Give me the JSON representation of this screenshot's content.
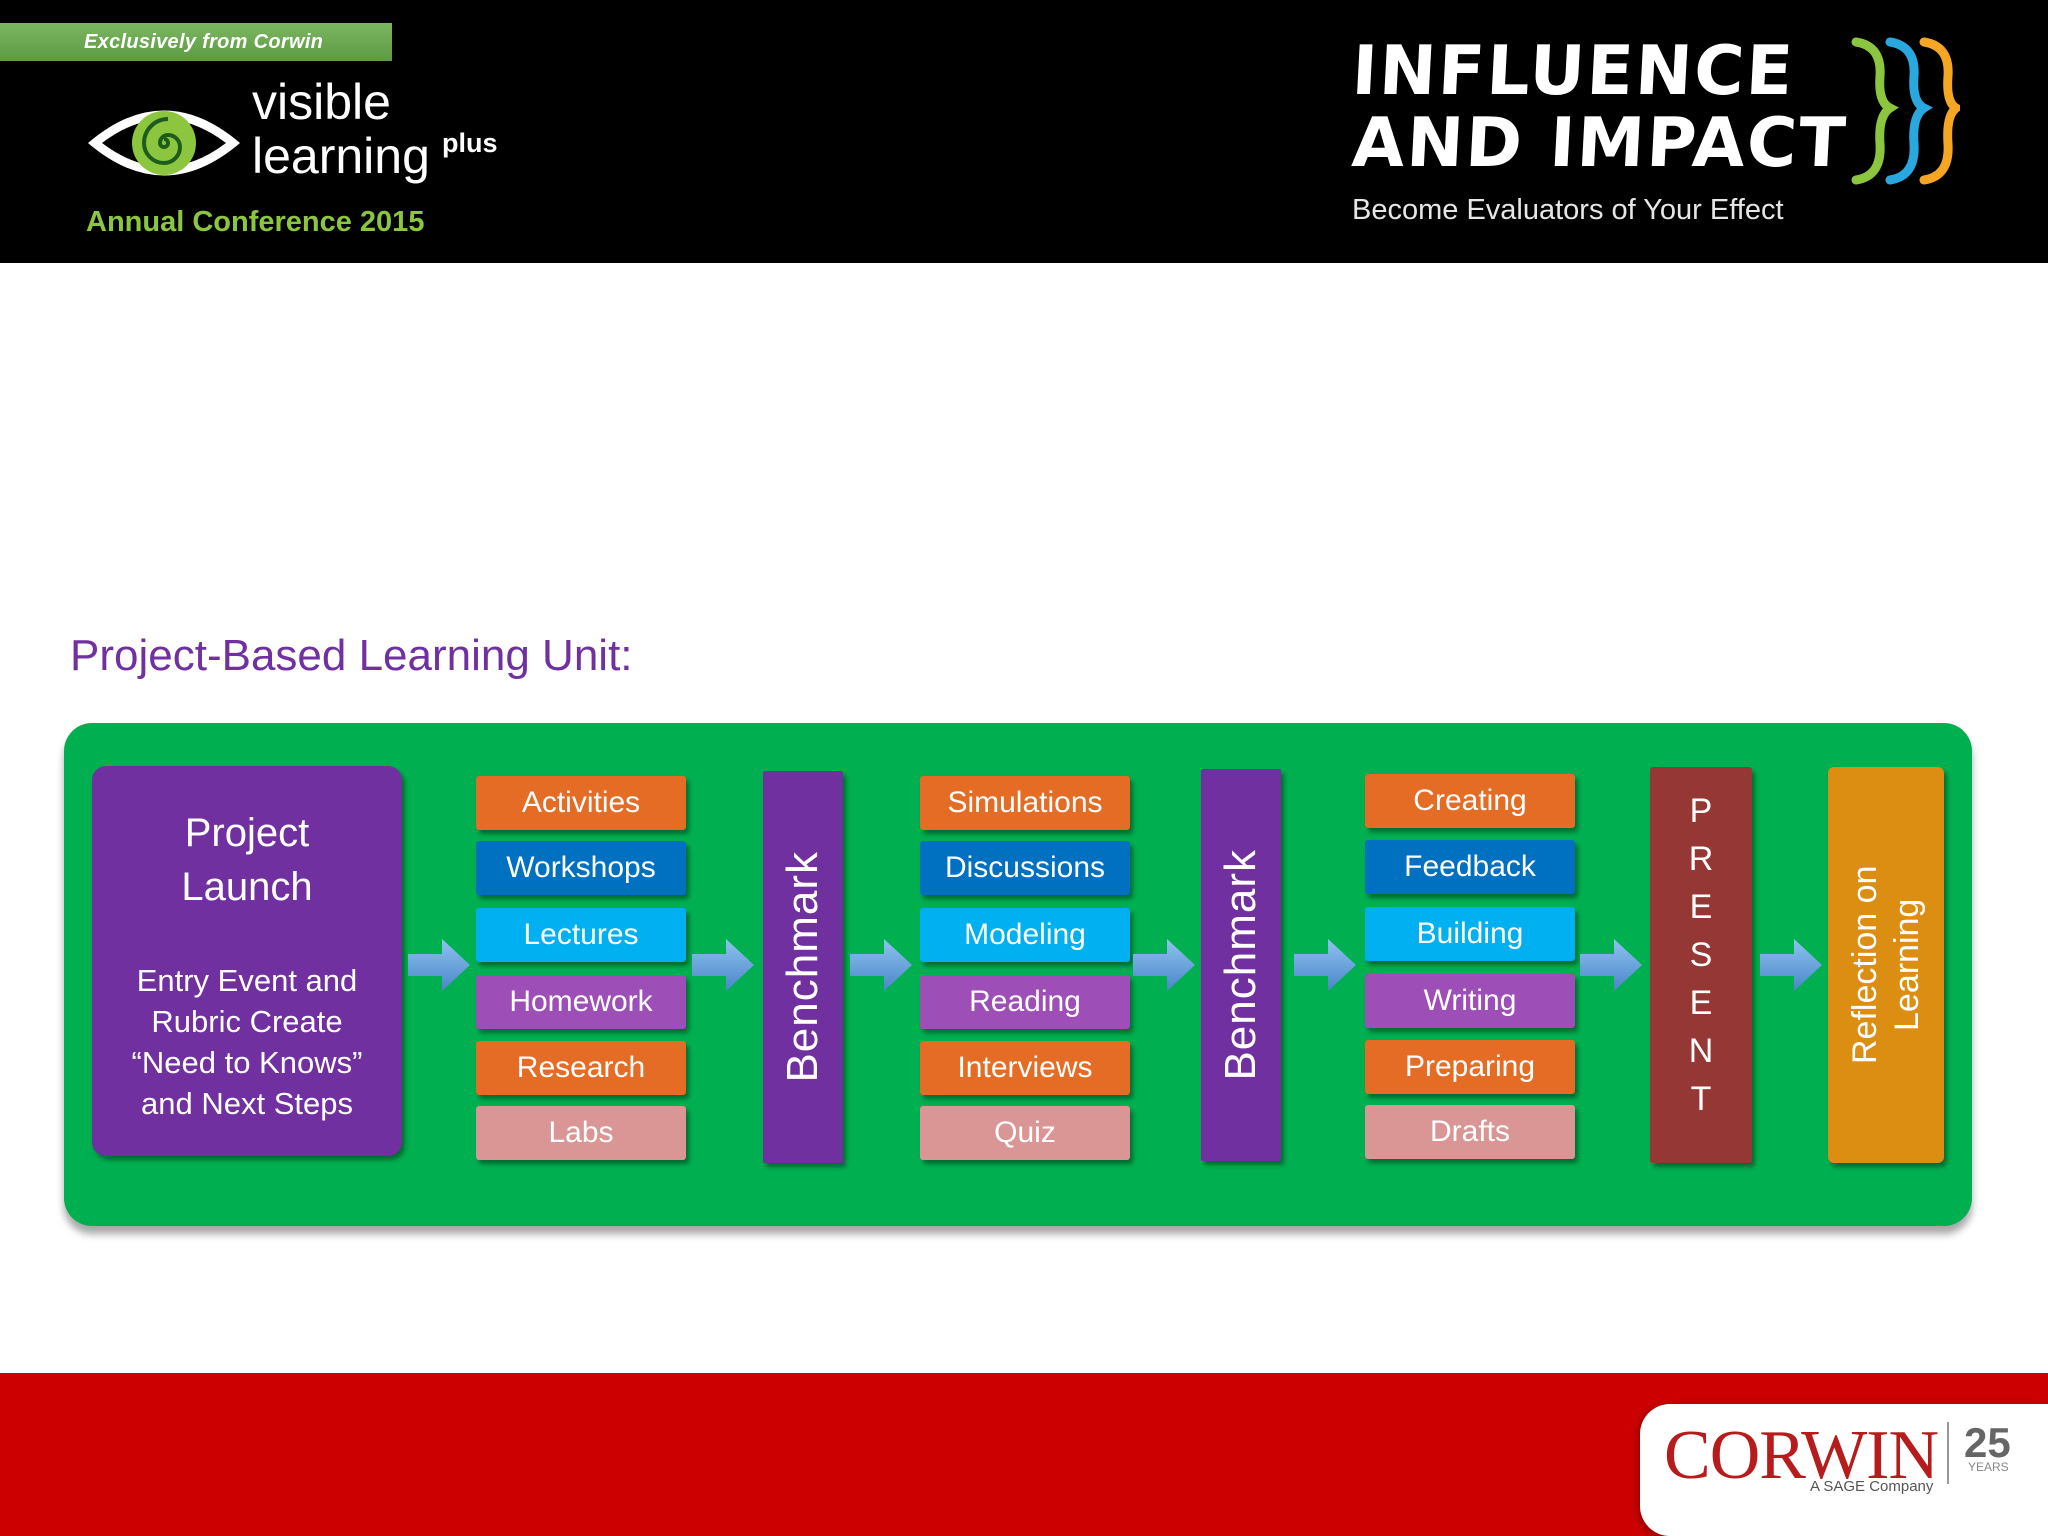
{
  "header": {
    "exclusive_banner": "Exclusively from Corwin",
    "logo_line1": "visible",
    "logo_line2": "learning",
    "logo_plus": "plus",
    "conference": "Annual Conference 2015",
    "influence_line1": "INFLUENCE",
    "influence_line2": "AND IMPACT",
    "influence_sub": "Become Evaluators of Your Effect",
    "colors": {
      "background": "#000000",
      "banner_green": "#6aa84f",
      "conference_green": "#8cc63f"
    }
  },
  "title": "Project-Based Learning Unit:",
  "diagram": {
    "launch": {
      "title": "Project Launch",
      "description": "Entry Event and Rubric Create “Need to Knows” and Next Steps"
    },
    "group1": [
      "Activities",
      "Workshops",
      "Lectures",
      "Homework",
      "Research",
      "Labs"
    ],
    "benchmark1": "Benchmark",
    "group2": [
      "Simulations",
      "Discussions",
      "Modeling",
      "Reading",
      "Interviews",
      "Quiz"
    ],
    "benchmark2": "Benchmark",
    "group3": [
      "Creating",
      "Feedback",
      "Building",
      "Writing",
      "Preparing",
      "Drafts"
    ],
    "present_letters": [
      "P",
      "R",
      "E",
      "S",
      "E",
      "N",
      "T"
    ],
    "reflection": "Reflection on Learning",
    "colors": {
      "panel": "#00b050",
      "launch": "#7030a0",
      "benchmark": "#7030a0",
      "present": "#953735",
      "reflection": "#dc8e12",
      "chip_orange": "#e46c24",
      "chip_blue": "#0070c0",
      "chip_cyan": "#00b0f0",
      "chip_purple": "#9d4eb7",
      "chip_pink": "#da9694",
      "arrow": "#5b9bd5"
    }
  },
  "footer": {
    "brand": "CORWIN",
    "brand_sub": "A SAGE Company",
    "years_number": "25",
    "years_word": "YEARS",
    "colors": {
      "background": "#cc0000",
      "brand": "#b71c1c"
    }
  }
}
